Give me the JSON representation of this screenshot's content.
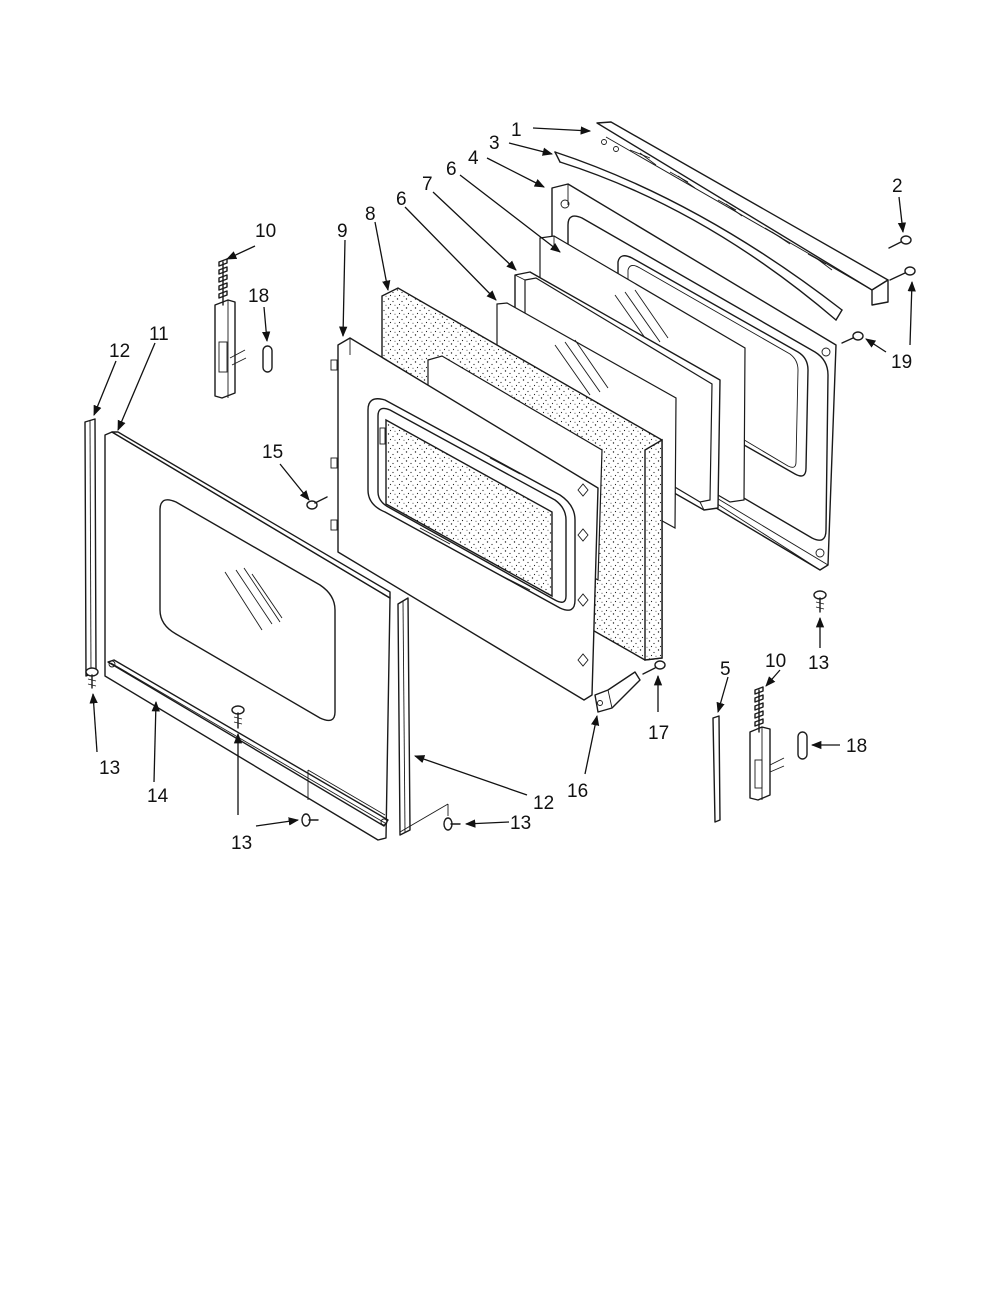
{
  "callouts": {
    "c1": "1",
    "c2": "2",
    "c3": "3",
    "c4": "4",
    "c5": "5",
    "c6a": "6",
    "c6b": "6",
    "c7": "7",
    "c8": "8",
    "c9": "9",
    "c10a": "10",
    "c10b": "10",
    "c11": "11",
    "c12a": "12",
    "c12b": "12",
    "c13a": "13",
    "c13b": "13",
    "c13c": "13",
    "c13d": "13",
    "c14": "14",
    "c15": "15",
    "c16": "16",
    "c17": "17",
    "c18a": "18",
    "c18b": "18",
    "c19": "19"
  },
  "colors": {
    "ink": "#111111",
    "paper": "#ffffff"
  }
}
